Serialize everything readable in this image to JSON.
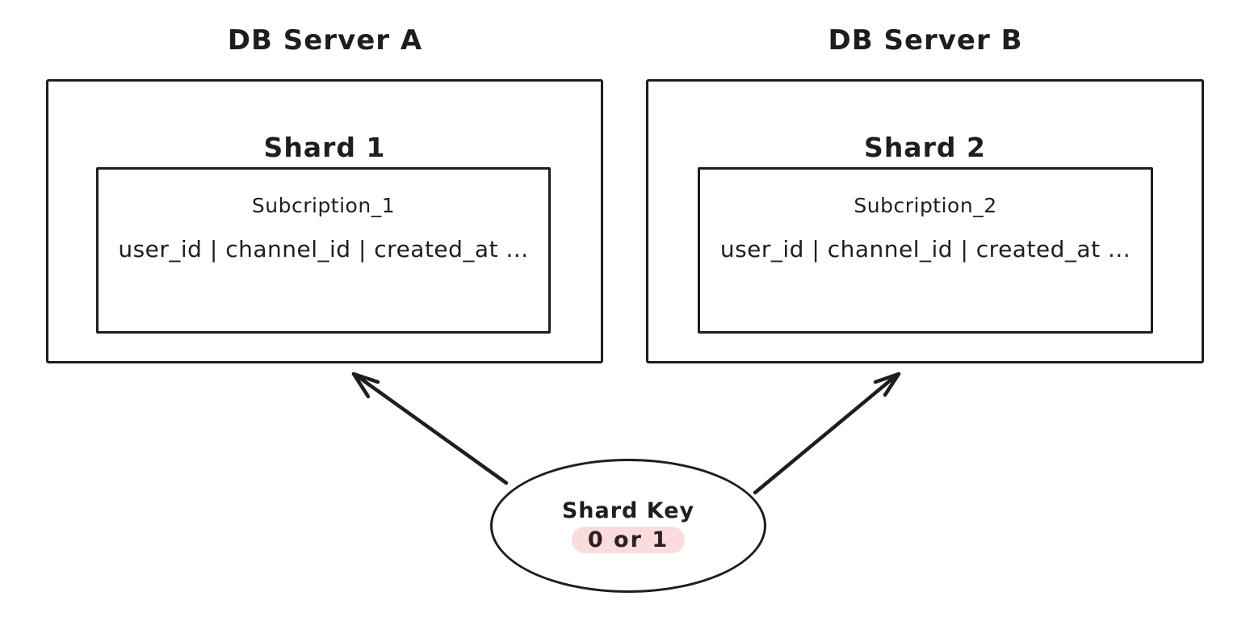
{
  "diagram": {
    "servers": [
      {
        "title": "DB Server A",
        "shard": {
          "name": "Shard 1",
          "table": {
            "name": "Subcription_1",
            "columns": "user_id | channel_id | created_at ..."
          }
        }
      },
      {
        "title": "DB Server B",
        "shard": {
          "name": "Shard 2",
          "table": {
            "name": "Subcription_2",
            "columns": "user_id | channel_id | created_at ..."
          }
        }
      }
    ],
    "shard_key": {
      "label": "Shard Key",
      "value": "0 or 1"
    },
    "colors": {
      "stroke": "#1e1e1e",
      "background": "#ffffff",
      "highlight": "#fbdcdc"
    }
  }
}
